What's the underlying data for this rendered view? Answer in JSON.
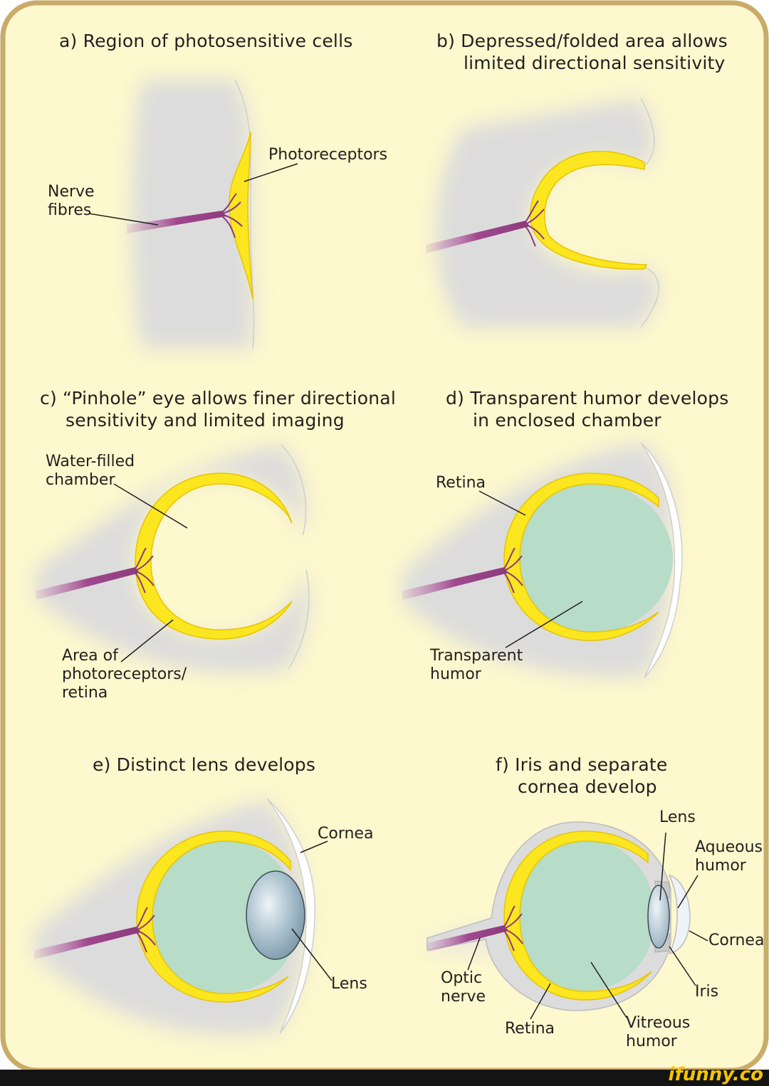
{
  "panels": {
    "a": {
      "title": "a) Region of photosensitive cells",
      "labels": {
        "photoreceptors": "Photoreceptors",
        "nerve_line1": "Nerve",
        "nerve_line2": "fibres"
      }
    },
    "b": {
      "title_line1": "b) Depressed/folded area allows",
      "title_line2": "limited directional sensitivity"
    },
    "c": {
      "title_line1": "c) “Pinhole” eye allows finer directional",
      "title_line2": "sensitivity and limited imaging",
      "labels": {
        "chamber_line1": "Water-filled",
        "chamber_line2": "chamber",
        "area_line1": "Area of",
        "area_line2": "photoreceptors/",
        "area_line3": "retina"
      }
    },
    "d": {
      "title_line1": "d) Transparent humor develops",
      "title_line2": "in enclosed chamber",
      "labels": {
        "retina": "Retina",
        "humor_line1": "Transparent",
        "humor_line2": "humor"
      }
    },
    "e": {
      "title": "e) Distinct lens develops",
      "labels": {
        "cornea": "Cornea",
        "lens": "Lens"
      }
    },
    "f": {
      "title_line1": "f) Iris and separate",
      "title_line2": "cornea develop",
      "labels": {
        "lens": "Lens",
        "aqueous_line1": "Aqueous",
        "aqueous_line2": "humor",
        "cornea": "Cornea",
        "iris": "Iris",
        "optic_line1": "Optic",
        "optic_line2": "nerve",
        "retina": "Retina",
        "vitreous_line1": "Vitreous",
        "vitreous_line2": "humor"
      }
    }
  },
  "watermark": "ifunny.co",
  "colors": {
    "background": "#fdf8cd",
    "border": "#c9ab6a",
    "tissue": "#dcdcdc",
    "retina": "#fbe61f",
    "nerve": "#a0488f",
    "humor": "#b7dcc7",
    "lens": "#9fb6c4"
  }
}
